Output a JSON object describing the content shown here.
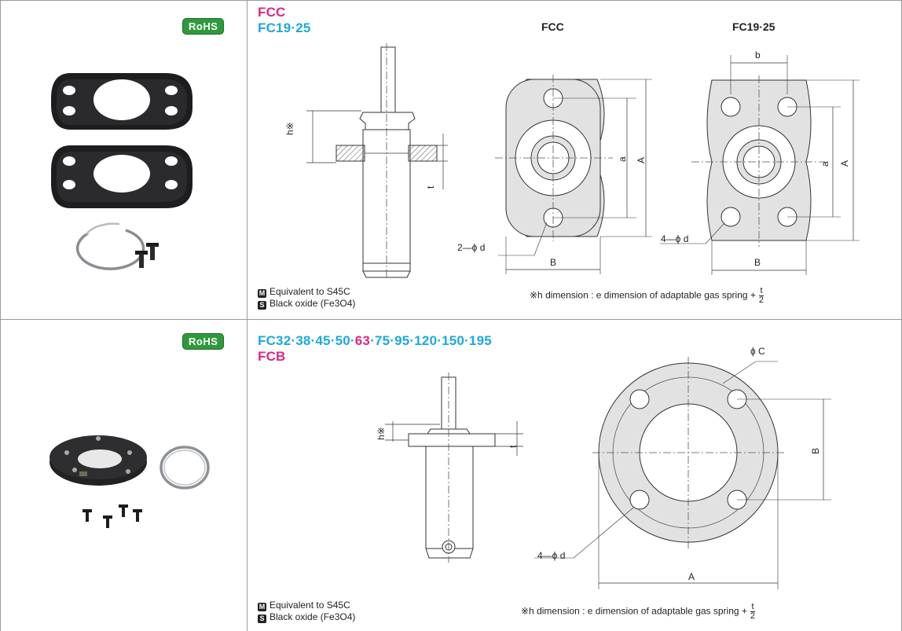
{
  "row1": {
    "badge": "RoHS",
    "title_line1": "FCC",
    "title_line2": "FC19·25",
    "view_left_title": "FCC",
    "view_right_title": "FC19·25",
    "material_mark": "M",
    "material": "Equivalent to S45C",
    "surface_mark": "S",
    "surface": "Black oxide (Fe3O4)",
    "note_prefix": "※h dimension : e dimension of adaptable gas spring  +",
    "note_num": "t",
    "note_den": "2",
    "labels": {
      "h": "h※",
      "t": "t",
      "a": "a",
      "A": "A",
      "B": "B",
      "b": "b",
      "hole2": "2—ϕ d",
      "hole4": "4—ϕ d"
    }
  },
  "row2": {
    "badge": "RoHS",
    "title_parts": [
      {
        "text": "FC32·38·45·50·",
        "color": "cyan"
      },
      {
        "text": "63",
        "color": "pink"
      },
      {
        "text": "·75·95·120·150·195",
        "color": "cyan"
      }
    ],
    "title_line2": "FCB",
    "material_mark": "M",
    "material": "Equivalent to S45C",
    "surface_mark": "S",
    "surface": "Black oxide (Fe3O4)",
    "note_prefix": "※h dimension : e dimension of adaptable gas spring  +",
    "note_num": "t",
    "note_den": "2",
    "labels": {
      "h": "h※",
      "t": "t",
      "C": "ϕ C",
      "B": "B",
      "A": "A",
      "hole4": "4—ϕ d"
    }
  },
  "colors": {
    "pink": "#e0287f",
    "cyan": "#1da8df",
    "rohs": "#2f9a3c"
  }
}
